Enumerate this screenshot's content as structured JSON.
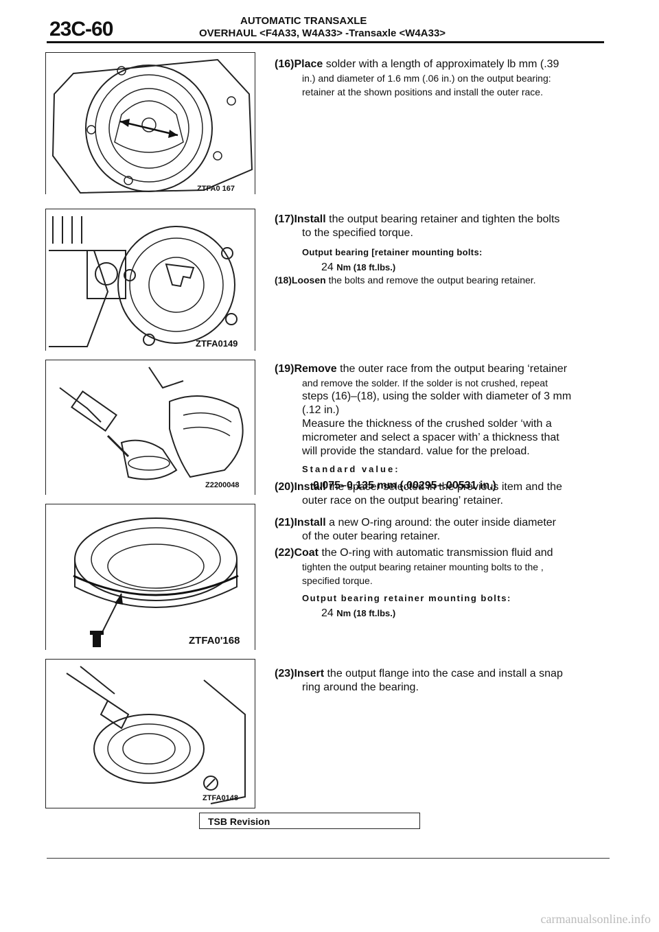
{
  "header": {
    "page_number": "23C-60",
    "section_title": "AUTOMATIC TRANSAXLE",
    "subtitle": "OVERHAUL <F4A33, W4A33> -Transaxle <W4A33>"
  },
  "figures": [
    {
      "label": "ZTFA0 167"
    },
    {
      "label": "ZTFA0149"
    },
    {
      "label": "Z2200048"
    },
    {
      "label": "ZTFA0'168"
    },
    {
      "label": "ZTFA0148"
    }
  ],
  "steps": {
    "s16": {
      "num": "(16)Place",
      "line1": "solder with a length of approximately lb mm (.39",
      "line2": "in.) and diameter of 1.6 mm (.06 in.) on the output bearing:",
      "line3": "retainer at the shown positions and install the outer race."
    },
    "s17": {
      "num": "(17)Install",
      "line1": "the output bearing retainer and tighten the bolts",
      "line2": "to the specified torque.",
      "spec_label": "Output bearing [retainer mounting bolts:",
      "spec_value": "24",
      "spec_unit": "Nm (18 ft.lbs.)"
    },
    "s18": {
      "num": "(18)Loosen",
      "text": "the bolts and remove the output bearing retainer."
    },
    "s19": {
      "num": "(19)Remove",
      "line1": "the outer race from the output bearing ‘retainer",
      "line2": "and remove the solder. If the solder is not crushed, repeat",
      "line3": "steps (16)–(18), using the solder with diameter of 3 mm",
      "line4": "(.12 in.)",
      "line5": "Measure the thickness of the crushed solder ‘with a",
      "line6": "micrometer and select a spacer with’ a thickness that",
      "line7": "will provide the standard. value for the preload.",
      "spec_label": "Standard value:",
      "spec_value": "0.075–0.135 mm (.00295–.00531 in.)"
    },
    "s20": {
      "num": "(20)Install",
      "line1": "the spacer selected in the previous item and the",
      "line2": "outer race on the output bearing’ retainer."
    },
    "s21": {
      "num": "(21)Install",
      "line1": "a new O-ring around: the outer inside diameter",
      "line2": "of the outer bearing retainer."
    },
    "s22": {
      "num": "(22)Coat",
      "line1": "the O-ring with automatic transmission fluid and",
      "line2": "tighten the output bearing retainer mounting bolts to the ,",
      "line3": "specified torque.",
      "spec_label": "Output bearing retainer mounting bolts:",
      "spec_value": "24",
      "spec_unit": "Nm (18 ft.lbs.)"
    },
    "s23": {
      "num": "(23)Insert",
      "line1": "the output flange into the case and install a snap",
      "line2": "ring around the bearing."
    }
  },
  "tsb": "TSB Revision",
  "watermark": "carmanualsonline.info"
}
